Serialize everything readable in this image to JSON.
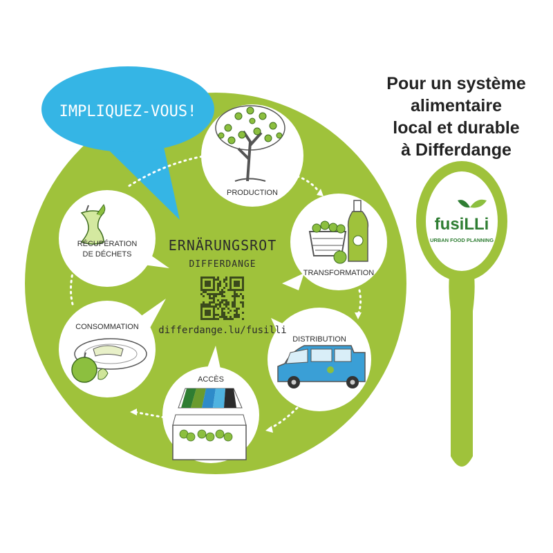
{
  "headline": {
    "lines": [
      "Pour un système",
      "alimentaire",
      "local et durable",
      "à Differdange"
    ]
  },
  "bubble": {
    "text": "IMPLIQUEZ-VOUS!"
  },
  "center": {
    "title": "ERNÄRUNGSROT",
    "subtitle": "DIFFERDANGE",
    "url": "differdange.lu/fusilli"
  },
  "stages": {
    "production": "PRODUCTION",
    "transformation": "TRANSFORMATION",
    "distribution": "DISTRIBUTION",
    "acces": "ACCÈS",
    "consommation": "CONSOMMATION",
    "recuperation_1": "RÉCUPÉRATION",
    "recuperation_2": "DE DÉCHETS"
  },
  "logo": {
    "name": "fusiLLi",
    "tagline": "URBAN FOOD PLANNING"
  },
  "colors": {
    "plate_green": "#9fc23b",
    "bubble_blue": "#35b5e5",
    "circle_white": "#ffffff",
    "van_blue": "#3a9fd6",
    "apple_green": "#8cbf3f",
    "logo_dark_green": "#2e7d32",
    "logo_blue": "#2e8bc9",
    "dark_text": "#222222"
  }
}
